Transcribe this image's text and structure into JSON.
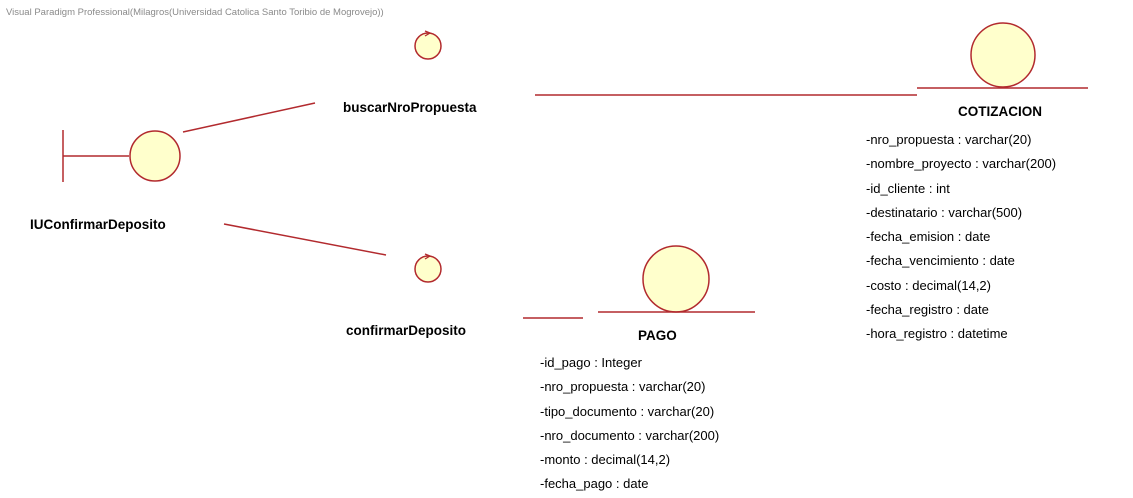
{
  "watermark": "Visual Paradigm Professional(Milagros(Universidad Catolica Santo Toribio de Mogrovejo))",
  "boundary": {
    "name": "IUConfirmarDeposito"
  },
  "controls": [
    {
      "name": "buscarNroPropuesta"
    },
    {
      "name": "confirmarDeposito"
    }
  ],
  "entities": {
    "cotizacion": {
      "name": "COTIZACION",
      "attributes": [
        "-nro_propuesta : varchar(20)",
        "-nombre_proyecto : varchar(200)",
        "-id_cliente : int",
        "-destinatario : varchar(500)",
        "-fecha_emision : date",
        "-fecha_vencimiento : date",
        "-costo : decimal(14,2)",
        "-fecha_registro : date",
        "-hora_registro : datetime"
      ]
    },
    "pago": {
      "name": "PAGO",
      "attributes": [
        "-id_pago : Integer",
        "-nro_propuesta : varchar(20)",
        "-tipo_documento : varchar(20)",
        "-nro_documento : varchar(200)",
        "-monto : decimal(14,2)",
        "-fecha_pago : date"
      ]
    }
  },
  "colors": {
    "shape_fill": "#ffffcc",
    "stroke": "#b22a2e",
    "line": "#b22a2e"
  }
}
